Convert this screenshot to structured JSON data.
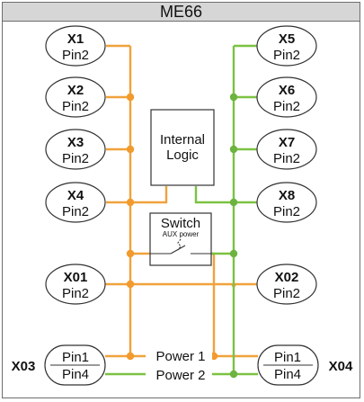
{
  "title": "ME66",
  "colors": {
    "orange": "#f0a23c",
    "green": "#7cc242",
    "dot_orange": "#f29a2e",
    "dot_green": "#6cb33f"
  },
  "left_connectors": [
    {
      "name": "X1",
      "pin": "Pin2"
    },
    {
      "name": "X2",
      "pin": "Pin2"
    },
    {
      "name": "X3",
      "pin": "Pin2"
    },
    {
      "name": "X4",
      "pin": "Pin2"
    }
  ],
  "right_connectors": [
    {
      "name": "X5",
      "pin": "Pin2"
    },
    {
      "name": "X6",
      "pin": "Pin2"
    },
    {
      "name": "X7",
      "pin": "Pin2"
    },
    {
      "name": "X8",
      "pin": "Pin2"
    }
  ],
  "x01": {
    "name": "X01",
    "pin": "Pin2"
  },
  "x02": {
    "name": "X02",
    "pin": "Pin2"
  },
  "internal_logic": {
    "line1": "Internal",
    "line2": "Logic"
  },
  "switch": {
    "label": "Switch",
    "sub": "AUX power"
  },
  "x03": {
    "label": "X03",
    "pin_top": "Pin1",
    "pin_bottom": "Pin4"
  },
  "x04": {
    "label": "X04",
    "pin_top": "Pin1",
    "pin_bottom": "Pin4"
  },
  "power1": "Power 1",
  "power2": "Power 2"
}
